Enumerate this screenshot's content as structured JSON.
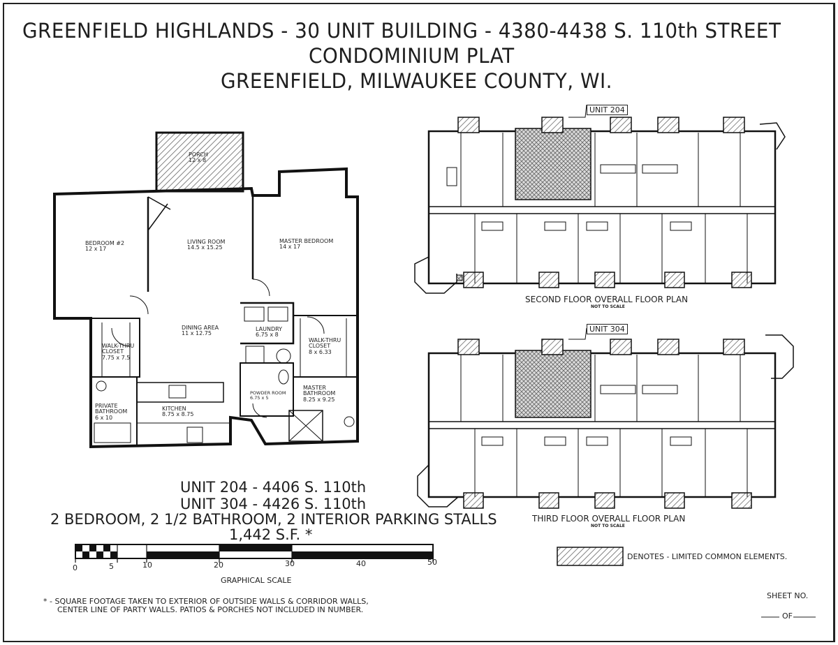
{
  "header": {
    "line1": "GREENFIELD HIGHLANDS - 30 UNIT BUILDING - 4380-4438 S. 110th STREET",
    "line2": "CONDOMINIUM PLAT",
    "line3": "GREENFIELD, MILWAUKEE COUNTY, WI."
  },
  "rooms": [
    {
      "id": "porch",
      "name": "PORCH",
      "size": "12 x 8"
    },
    {
      "id": "bedroom2",
      "name": "BEDROOM #2",
      "size": "12 x 17"
    },
    {
      "id": "living",
      "name": "LIVING ROOM",
      "size": "14.5 x 15.25"
    },
    {
      "id": "master",
      "name": "MASTER BEDROOM",
      "size": "14 x 17"
    },
    {
      "id": "dining",
      "name": "DINING AREA",
      "size": "11 x 12.75"
    },
    {
      "id": "laundry",
      "name": "LAUNDRY",
      "size": "6.75 x 8"
    },
    {
      "id": "walkthru_r",
      "name": "WALK-THRU CLOSET",
      "size": "8 x 6.33"
    },
    {
      "id": "walkthru_l",
      "name": "WALK-THRU CLOSET",
      "size": "7.75 x 7.5"
    },
    {
      "id": "powder",
      "name": "POWDER ROOM",
      "size": "6.75 x 5"
    },
    {
      "id": "masterbath",
      "name": "MASTER BATHROOM",
      "size": "8.25 x 9.25"
    },
    {
      "id": "privatebath",
      "name": "PRIVATE BATHROOM",
      "size": "6 x 10"
    },
    {
      "id": "kitchen",
      "name": "KITCHEN",
      "size": "8.75 x 8.75"
    }
  ],
  "plans": {
    "second": {
      "unit_tag": "UNIT 204",
      "title": "SECOND FLOOR OVERALL FLOOR PLAN",
      "note": "NOT TO SCALE"
    },
    "third": {
      "unit_tag": "UNIT 304",
      "title": "THIRD FLOOR OVERALL FLOOR PLAN",
      "note": "NOT TO SCALE"
    }
  },
  "unit_info": {
    "line1": "UNIT 204 - 4406 S. 110th",
    "line2": "UNIT 304 - 4426 S. 110th",
    "line3": "2 BEDROOM, 2 1/2 BATHROOM, 2 INTERIOR PARKING STALLS",
    "line4": "1,442 S.F.  *"
  },
  "scale": {
    "labels": [
      "0",
      "5",
      "10",
      "20",
      "30",
      "40",
      "50"
    ],
    "caption": "GRAPHICAL SCALE"
  },
  "legend": {
    "text": "DENOTES - LIMITED COMMON ELEMENTS."
  },
  "footnote": {
    "line1": "* - SQUARE FOOTAGE TAKEN TO EXTERIOR OF OUTSIDE WALLS & CORRIDOR WALLS,",
    "line2": "CENTER LINE OF PARTY WALLS.  PATIOS & PORCHES NOT INCLUDED IN NUMBER."
  },
  "sheet": {
    "label": "SHEET NO.",
    "of": "OF"
  }
}
